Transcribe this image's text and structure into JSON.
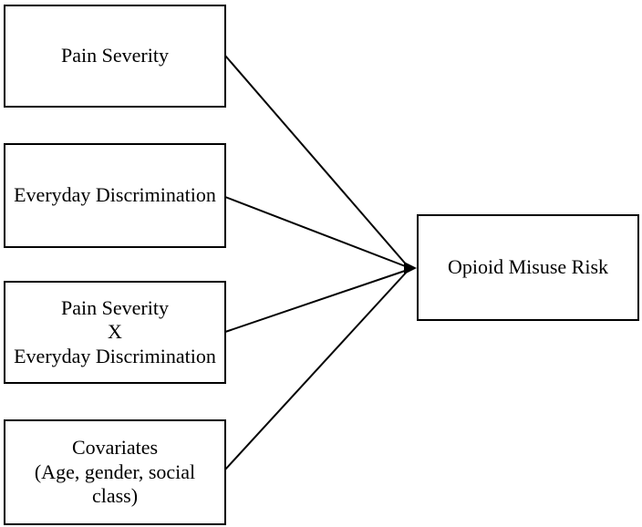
{
  "diagram": {
    "colors": {
      "background": "#ffffff",
      "box_border": "#000000",
      "text": "#000000",
      "connector": "#000000"
    },
    "boxes": {
      "pain_severity": {
        "label": "Pain Severity"
      },
      "everyday_discrimination": {
        "label": "Everyday Discrimination"
      },
      "interaction": {
        "lines": [
          "Pain Severity",
          "X",
          "Everyday Discrimination"
        ]
      },
      "covariates": {
        "lines": [
          "Covariates",
          "(Age, gender, social",
          "class)"
        ]
      },
      "outcome": {
        "label": "Opioid Misuse Risk"
      }
    }
  }
}
